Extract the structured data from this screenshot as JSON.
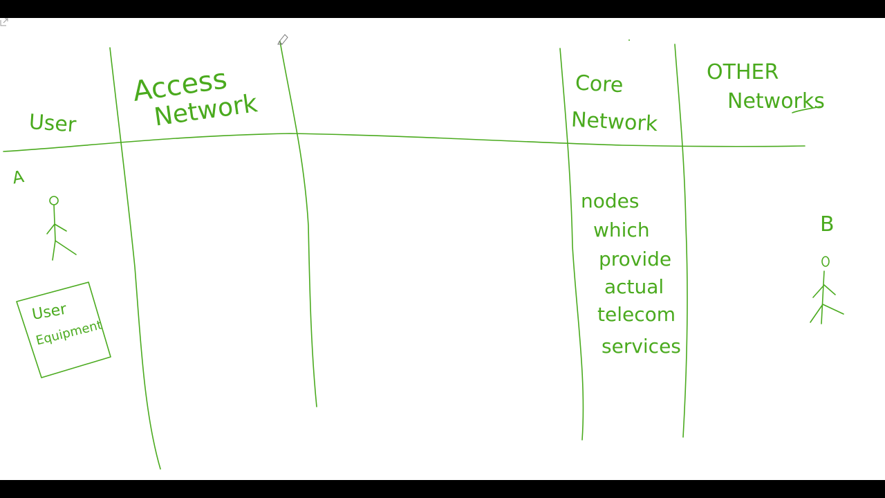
{
  "colors": {
    "ink": "#4aaa1e",
    "board": "#ffffff",
    "letterbox": "#000000"
  },
  "columns": {
    "user": "User",
    "access_line1": "Access",
    "access_line2": "Network",
    "core_line1": "Core",
    "core_line2": "Network",
    "other_line1": "OTHER",
    "other_line2": "Networks"
  },
  "left_side": {
    "marker": "A",
    "equipment_line1": "User",
    "equipment_line2": "Equipment"
  },
  "core_note": {
    "line1": "nodes",
    "line2": "which",
    "line3": "provide",
    "line4": "actual",
    "line5": "telecom",
    "line6": "services"
  },
  "right_side": {
    "marker": "B"
  },
  "icons": {
    "pen_cursor": "pen-cursor-icon",
    "corner": "expand-corner-icon"
  }
}
